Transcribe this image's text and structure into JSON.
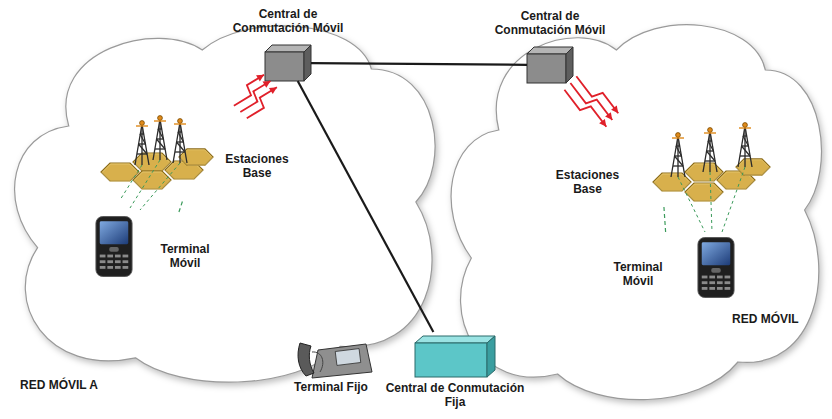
{
  "diagram": {
    "nodes": [
      {
        "text": [
          "RED MÓVIL A"
        ]
      },
      {
        "text": [
          "Central de Conmutación Móvil"
        ]
      },
      {
        "text": [
          "Estaciones Base"
        ],
        "in": 0
      },
      {
        "text": [
          "Terminal Móvil"
        ],
        "in": 0
      },
      {
        "text": [
          "RED MÓVIL"
        ]
      },
      {
        "text": [
          "Central de Conmutación Móvil"
        ]
      },
      {
        "text": [
          "Estaciones Base"
        ],
        "in": 4
      },
      {
        "text": [
          "Terminal Móvil"
        ],
        "in": 4
      },
      {
        "text": [
          "Terminal Fijo"
        ]
      },
      {
        "text": [
          "Central de Conmutación Fija"
        ]
      }
    ],
    "edges": [
      {
        "from": 1,
        "to": 5,
        "arrow": "none"
      },
      {
        "from": 1,
        "to": 9,
        "arrow": "none"
      },
      {
        "from": 2,
        "to": 1,
        "arrow": "to"
      },
      {
        "from": 5,
        "to": 6,
        "arrow": "to"
      },
      {
        "from": 3,
        "to": 2,
        "arrow": "none"
      },
      {
        "from": 7,
        "to": 6,
        "arrow": "none"
      }
    ]
  }
}
